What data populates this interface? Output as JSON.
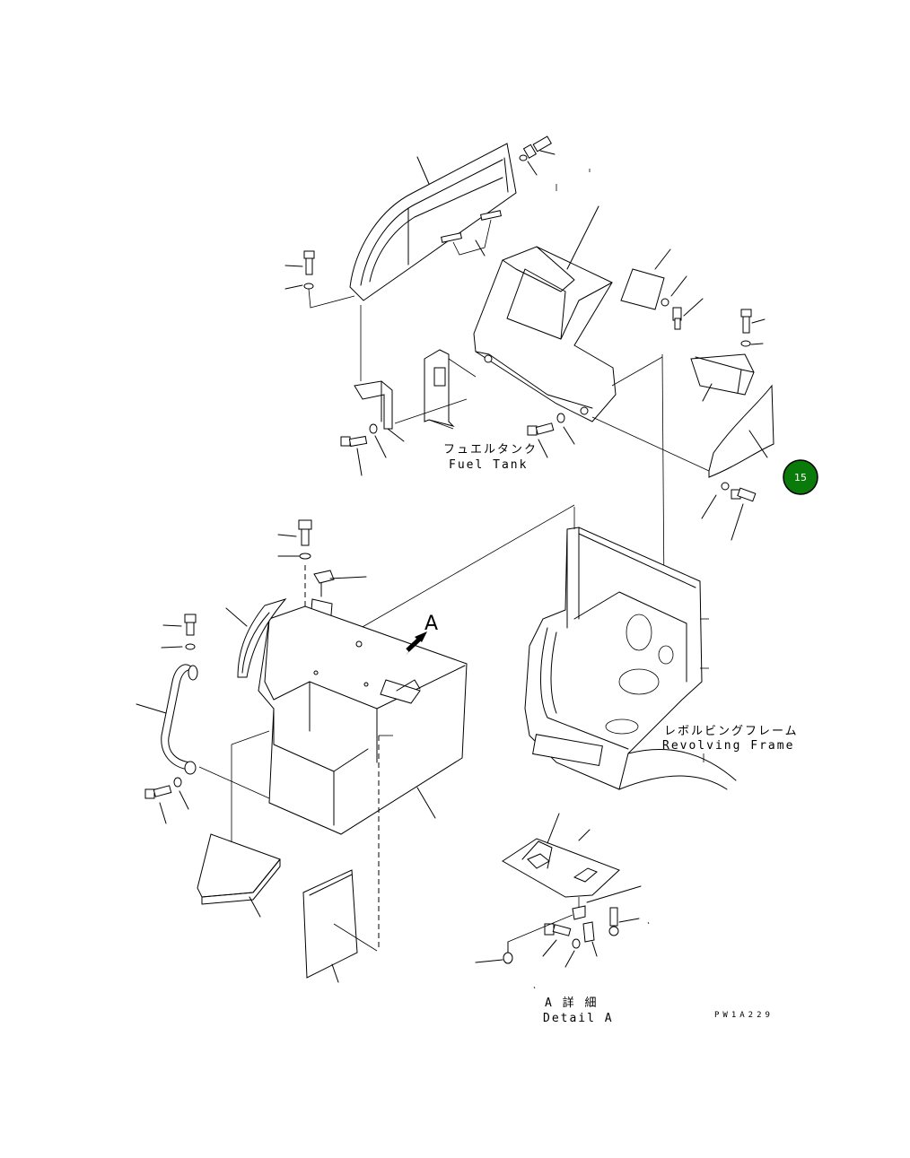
{
  "labels": {
    "fuel_tank_jp": "フュエルタンク",
    "fuel_tank_en": "Fuel Tank",
    "revolving_frame_jp": "レボルビングフレーム",
    "revolving_frame_en": "Revolving Frame",
    "detail_marker": "A",
    "detail_jp": "A 詳 細",
    "detail_en": "Detail A",
    "drawing_code": "PW1A229"
  },
  "badge": {
    "number": "15",
    "color": "#0a7a0a",
    "border_color": "#000000"
  }
}
